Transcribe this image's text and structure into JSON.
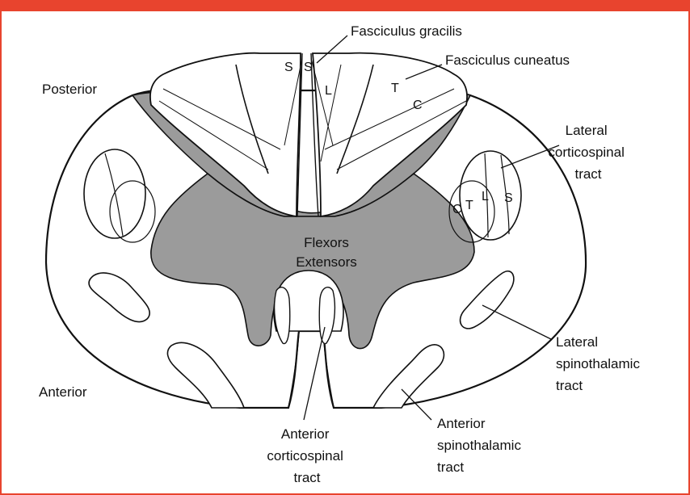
{
  "colors": {
    "frame": "#e8442e",
    "gray_matter": "#9b9b9b",
    "white_matter": "#ffffff",
    "outline": "#111111"
  },
  "labels": {
    "posterior": "Posterior",
    "anterior": "Anterior",
    "fasciculus_gracilis": "Fasciculus gracilis",
    "fasciculus_cuneatus": "Fasciculus cuneatus",
    "lateral_corticospinal": [
      "Lateral",
      "corticospinal",
      "tract"
    ],
    "lateral_spinothalamic": [
      "Lateral",
      "spinothalamic",
      "tract"
    ],
    "anterior_spinothalamic": [
      "Anterior",
      "spinothalamic",
      "tract"
    ],
    "anterior_corticospinal": [
      "Anterior",
      "corticospinal",
      "tract"
    ],
    "flexors": "Flexors",
    "extensors": "Extensors"
  },
  "segment_letters": {
    "gracilis_s1": "S",
    "gracilis_s2": "S",
    "gracilis_l": "L",
    "cuneatus_t": "T",
    "cuneatus_c": "C",
    "corticospinal_c": "C",
    "corticospinal_t": "T",
    "corticospinal_l": "L",
    "corticospinal_s": "S"
  }
}
